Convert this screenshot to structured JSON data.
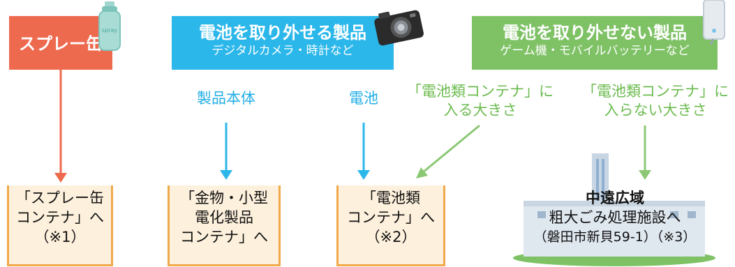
{
  "headers": {
    "spray": {
      "title": "スプレー缶",
      "color": "#ee6a4f"
    },
    "removable": {
      "title": "電池を取り外せる製品",
      "subtitle": "デジタルカメラ・時計など",
      "color": "#2bb7ea"
    },
    "non_removable": {
      "title": "電池を取り外せない製品",
      "subtitle": "ゲーム機・モバイルバッテリーなど",
      "color": "#7fc266"
    }
  },
  "labels": {
    "product_body": "製品本体",
    "battery": "電池",
    "fits_line1": "「電池類コンテナ」に",
    "fits_line2": "入る大きさ",
    "not_fits_line1": "「電池類コンテナ」に",
    "not_fits_line2": "入らない大きさ"
  },
  "destinations": {
    "spray_bin": {
      "line1": "「スプレー缶",
      "line2": "コンテナ」へ",
      "line3": "（※1）"
    },
    "metal_bin": {
      "line1": "「金物・小型",
      "line2": "電化製品",
      "line3": "コンテナ」へ"
    },
    "battery_bin": {
      "line1": "「電池類",
      "line2": "コンテナ」へ",
      "line3": "（※2）"
    },
    "facility": {
      "line1": "中遠広域",
      "line2": "粗大ごみ処理施設へ",
      "line3": "（磐田市新貝59-1）（※3）"
    }
  },
  "icons": {
    "spray_can_icon_text": "spray"
  },
  "colors": {
    "arrow_red": "#ee6a4f",
    "arrow_blue": "#2bb7ea",
    "arrow_green": "#8cc874",
    "bin_border": "#f0a94a",
    "bin_fill": "#fdf0dc"
  }
}
